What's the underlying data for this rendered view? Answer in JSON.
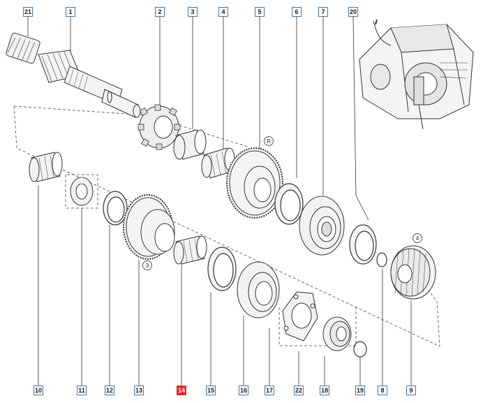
{
  "diagram": {
    "highlight_color": "#e8282a",
    "callout_color": "#3c78b4",
    "callouts": [
      {
        "id": "c21",
        "label": "21"
      },
      {
        "id": "c1",
        "label": "1"
      },
      {
        "id": "c2",
        "label": "2"
      },
      {
        "id": "c3",
        "label": "3"
      },
      {
        "id": "c4",
        "label": "4"
      },
      {
        "id": "c5",
        "label": "5"
      },
      {
        "id": "c6",
        "label": "6"
      },
      {
        "id": "c7",
        "label": "7"
      },
      {
        "id": "c20",
        "label": "20"
      },
      {
        "id": "c10",
        "label": "10"
      },
      {
        "id": "c11",
        "label": "11"
      },
      {
        "id": "c12",
        "label": "12"
      },
      {
        "id": "c13",
        "label": "13"
      },
      {
        "id": "c14",
        "label": "14",
        "highlighted": true
      },
      {
        "id": "c15",
        "label": "15"
      },
      {
        "id": "c16",
        "label": "16"
      },
      {
        "id": "c17",
        "label": "17"
      },
      {
        "id": "c22",
        "label": "22"
      },
      {
        "id": "c18",
        "label": "18"
      },
      {
        "id": "c19",
        "label": "19"
      },
      {
        "id": "c8",
        "label": "8"
      },
      {
        "id": "c9",
        "label": "9"
      }
    ],
    "gear_marks": [
      {
        "id": "mR",
        "label": "R"
      },
      {
        "id": "m3",
        "label": "3"
      },
      {
        "id": "m4",
        "label": "4"
      }
    ]
  }
}
